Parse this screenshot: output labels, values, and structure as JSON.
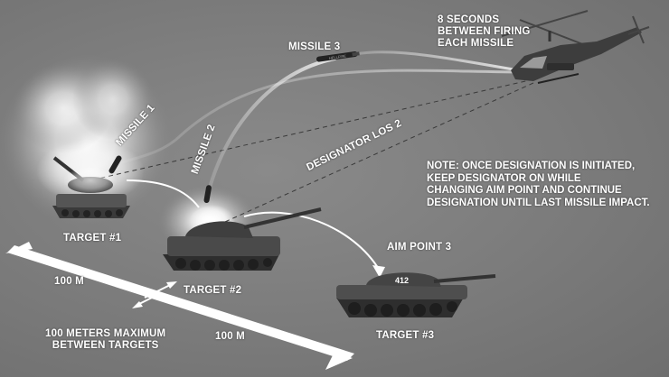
{
  "labels": {
    "timing": [
      "8 SECONDS",
      "BETWEEN FIRING",
      "EACH MISSILE"
    ],
    "missile_1": "MISSILE 1",
    "missile_2": "MISSILE 2",
    "missile_3": "MISSILE 3",
    "designator_los": "DESIGNATOR LOS 2",
    "aim_point": "AIM POINT 3",
    "target_1": "TARGET #1",
    "target_2": "TARGET #2",
    "target_3": "TARGET #3",
    "distance_1": "100 M",
    "distance_2": "100 M",
    "max_spacing": [
      "100 METERS MAXIMUM",
      "BETWEEN TARGETS"
    ],
    "tank_3_marking": "412"
  },
  "note": [
    "NOTE: ONCE DESIGNATION IS INITIATED,",
    "KEEP DESIGNATOR ON WHILE",
    "CHANGING AIM POINT AND CONTINUE",
    "DESIGNATION UNTIL LAST MISSILE IMPACT."
  ]
}
